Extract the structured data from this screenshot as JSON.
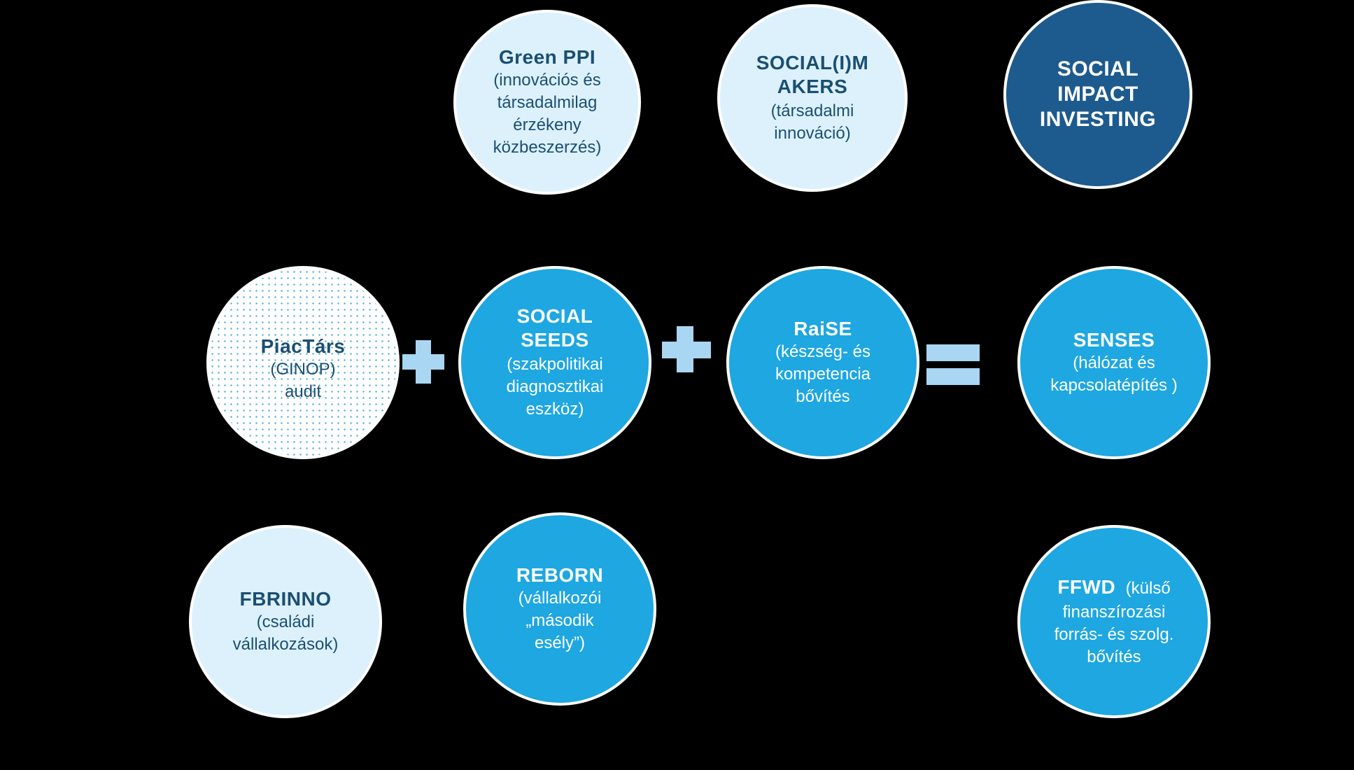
{
  "colors": {
    "background": "#000000",
    "light_circle": "#dcf1fb",
    "mid_circle": "#1ea7e1",
    "dark_circle": "#1d5b8e",
    "operator": "#a9d6f2",
    "dark_text": "#1b4f72"
  },
  "circles": {
    "green_ppi": {
      "title": "Green PPI",
      "desc": "(innovációs és társadalmilag érzékeny közbeszerzés)"
    },
    "social_imakers": {
      "title_line1": "SOCIAL(I)M",
      "title_line2": "AKERS",
      "desc": "(társadalmi innováció)"
    },
    "social_impact": {
      "line1": "SOCIAL",
      "line2": "IMPACT",
      "line3": "INVESTING"
    },
    "piactars": {
      "title": "PiacTárs",
      "desc": "(GINOP) audit"
    },
    "social_seeds": {
      "title_line1": "SOCIAL",
      "title_line2": "SEEDS",
      "desc": "(szakpolitikai diagnosztikai eszköz)"
    },
    "raise": {
      "title": "RaiSE",
      "desc": "(készség- és kompetencia bővítés"
    },
    "senses": {
      "title": "SENSES",
      "desc": "(hálózat és kapcsolatépítés )"
    },
    "fbrinno": {
      "title": "FBRINNO",
      "desc": "(családi vállalkozások)"
    },
    "reborn": {
      "title": "REBORN",
      "desc": "(vállalkozói „második esély”)"
    },
    "ffwd": {
      "title": "FFWD",
      "desc_inline": "(külső",
      "desc": "finanszírozási forrás- és szolg. bővítés"
    }
  },
  "operators": {
    "plus": "+",
    "equals": "="
  }
}
